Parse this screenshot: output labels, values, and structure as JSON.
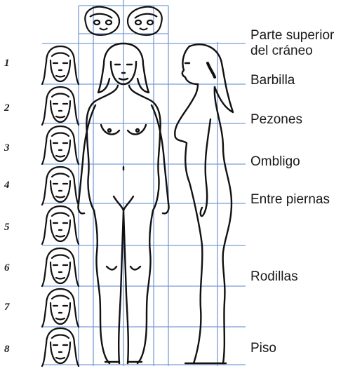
{
  "head_numbers": [
    "1",
    "2",
    "3",
    "4",
    "5",
    "6",
    "7",
    "8"
  ],
  "labels": {
    "top_of_skull_line1": "Parte superior",
    "top_of_skull_line2": "del cráneo",
    "chin": "Barbilla",
    "nipples": "Pezones",
    "navel": "Ombligo",
    "crotch": "Entre piernas",
    "knees": "Rodillas",
    "floor": "Piso"
  },
  "colors": {
    "grid_line": "#7a9cd6",
    "ink": "#111111",
    "text": "#1a1a1a"
  }
}
